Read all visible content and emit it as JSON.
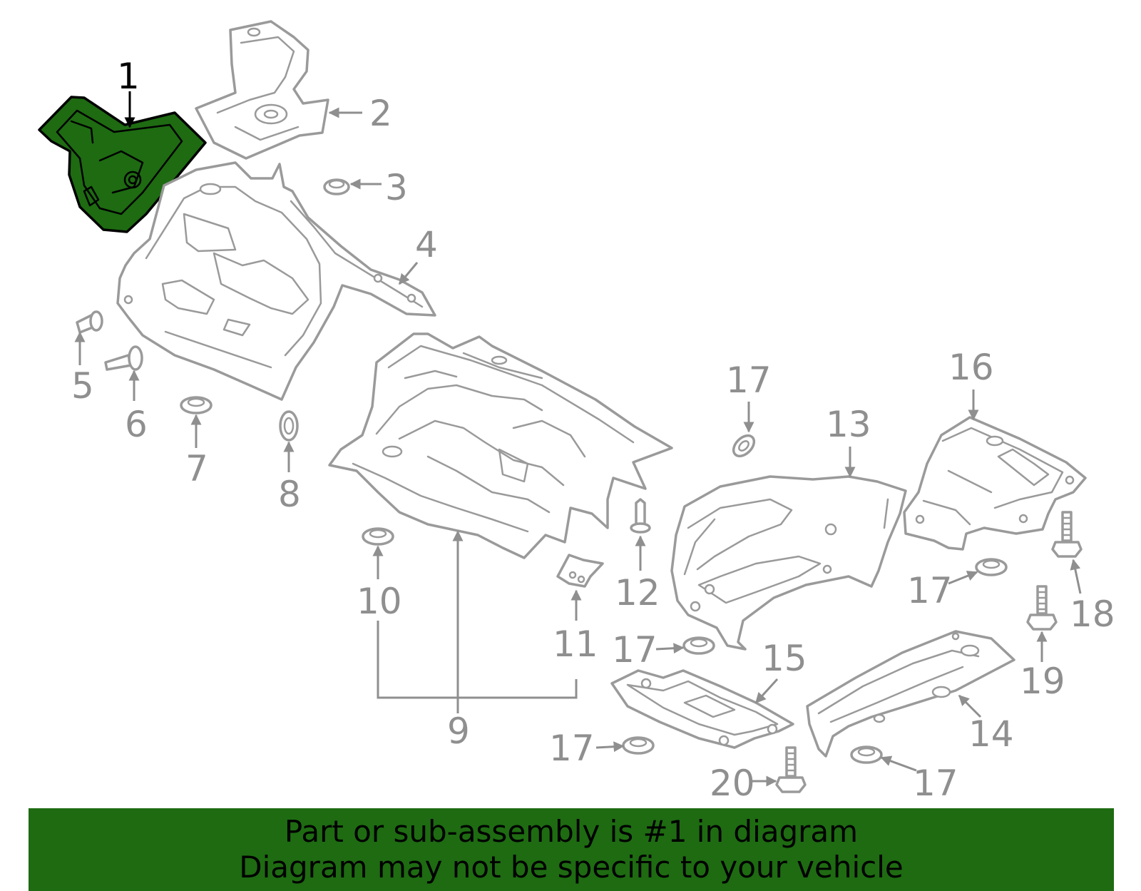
{
  "colors": {
    "highlight_fill": "#1e6b12",
    "highlight_stroke": "#000000",
    "part_stroke": "#9a9a9a",
    "label_gray": "#8f8f8f",
    "banner_bg": "#1e6b12",
    "banner_text": "#000000"
  },
  "diagram": {
    "highlighted_part": "1",
    "labels": {
      "p1": "1",
      "p2": "2",
      "p3": "3",
      "p4": "4",
      "p5": "5",
      "p6": "6",
      "p7": "7",
      "p8": "8",
      "p9": "9",
      "p10": "10",
      "p11": "11",
      "p12": "12",
      "p13": "13",
      "p14": "14",
      "p15": "15",
      "p16": "16",
      "p17a": "17",
      "p17b": "17",
      "p17c": "17",
      "p17d": "17",
      "p17e": "17",
      "p18": "18",
      "p19": "19",
      "p20": "20"
    }
  },
  "banner": {
    "line1": "Part or sub-assembly is #1 in diagram",
    "line2": "Diagram may not be specific to your vehicle"
  }
}
